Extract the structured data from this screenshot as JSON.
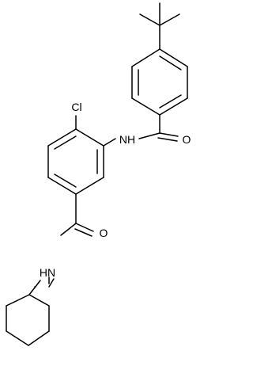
{
  "structure": {
    "atoms": {
      "cl": "Cl",
      "nh_top": "NH",
      "o_top": "O",
      "o_bottom": "O",
      "hn_bottom": "HN"
    }
  },
  "colors": {
    "background": "#ffffff",
    "bond": "#000000",
    "label": "#000000"
  }
}
